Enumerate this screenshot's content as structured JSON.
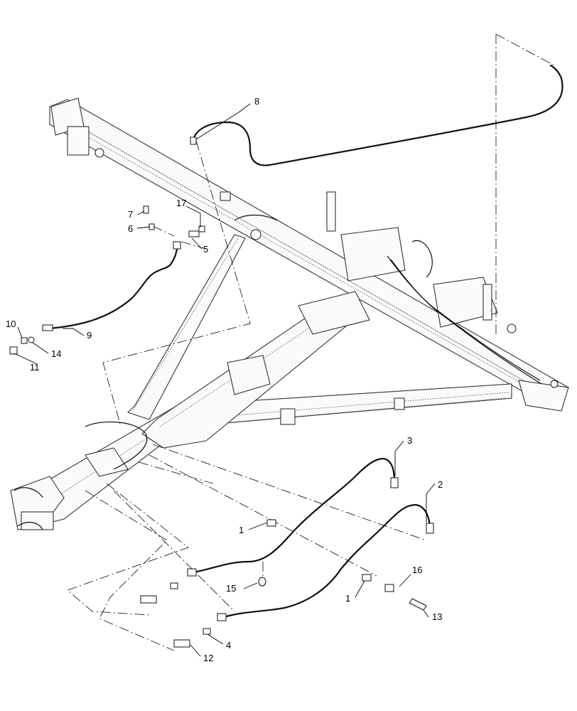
{
  "callouts": [
    {
      "id": "c1a",
      "text": "1"
    },
    {
      "id": "c1b",
      "text": "1"
    },
    {
      "id": "c2",
      "text": "2"
    },
    {
      "id": "c3",
      "text": "3"
    },
    {
      "id": "c4",
      "text": "4"
    },
    {
      "id": "c5",
      "text": "5"
    },
    {
      "id": "c6",
      "text": "6"
    },
    {
      "id": "c7",
      "text": "7"
    },
    {
      "id": "c8",
      "text": "8"
    },
    {
      "id": "c9",
      "text": "9"
    },
    {
      "id": "c10",
      "text": "10"
    },
    {
      "id": "c11",
      "text": "11"
    },
    {
      "id": "c12",
      "text": "12"
    },
    {
      "id": "c13",
      "text": "13"
    },
    {
      "id": "c14",
      "text": "14"
    },
    {
      "id": "c15",
      "text": "15"
    },
    {
      "id": "c16",
      "text": "16"
    },
    {
      "id": "c17",
      "text": "17"
    }
  ]
}
